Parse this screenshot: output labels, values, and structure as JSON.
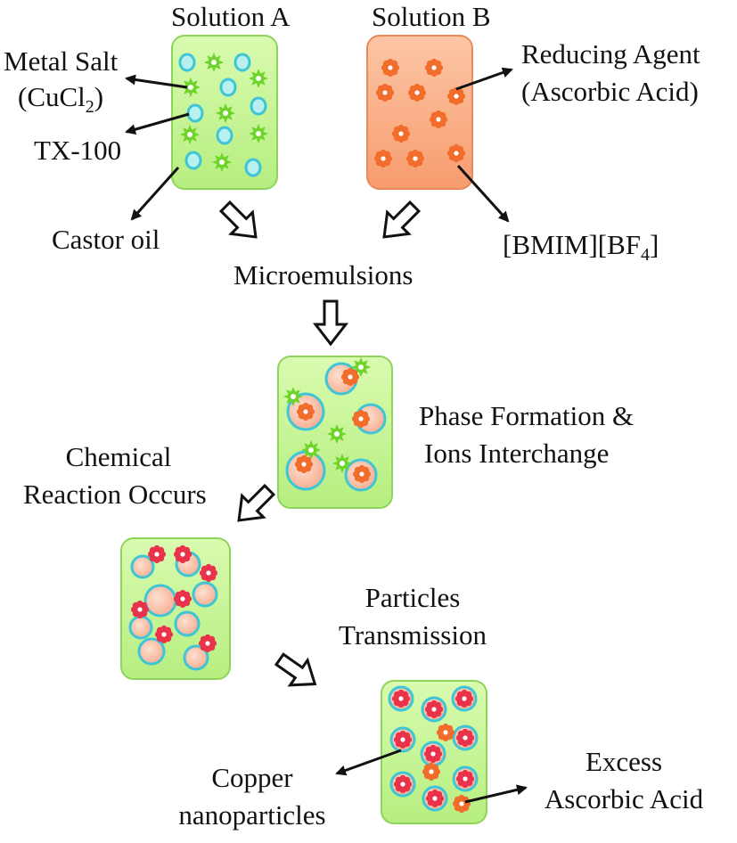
{
  "labels": {
    "solution_a": "Solution A",
    "solution_b": "Solution B",
    "metal_salt_line1": "Metal Salt",
    "metal_salt_line2_pre": "(CuCl",
    "metal_salt_line2_sub": "2",
    "metal_salt_line2_post": ")",
    "tx100": "TX-100",
    "castor_oil": "Castor oil",
    "reducing_agent_line1": "Reducing Agent",
    "reducing_agent_line2": "(Ascorbic Acid)",
    "ionic_liquid_pre": "[BMIM][BF",
    "ionic_liquid_sub": "4",
    "ionic_liquid_post": "]",
    "microemulsions": "Microemulsions",
    "phase_formation_line1": "Phase Formation &",
    "phase_formation_line2": "Ions Interchange",
    "chemical_reaction_line1": "Chemical",
    "chemical_reaction_line2": "Reaction Occurs",
    "particles_transmission_line1": "Particles",
    "particles_transmission_line2": "Transmission",
    "copper_np_line1": "Copper",
    "copper_np_line2": "nanoparticles",
    "excess_aa_line1": "Excess",
    "excess_aa_line2": "Ascorbic Acid"
  },
  "colors": {
    "green_box_fill": "#c8f59a",
    "green_box_stroke": "#8fd45a",
    "orange_box_fill": "#fbb48f",
    "orange_box_stroke": "#f08a55",
    "micelle_fill": "#fbc4a8",
    "micelle_stroke": "#3ec6d6",
    "green_star": "#6fd42a",
    "orange_flower": "#f26d2c",
    "red_flower": "#e8334a",
    "arrow": "#111111"
  }
}
